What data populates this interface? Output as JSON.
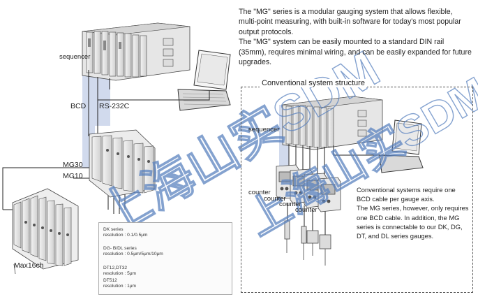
{
  "description": {
    "p1": "The \"MG\" series is a modular gauging system that allows flexible, multi-point measuring, with built-in software for today's most popular output protocols.",
    "p2": "The \"MG\" system can be easily mounted to a standard DIN rail (35mm), requires minimal wiring, and can be easily expanded for future upgrades."
  },
  "left": {
    "sequencer": "sequencer",
    "bcd": "BCD",
    "rs232c": "RS-232C",
    "mg30": "MG30",
    "mg10": "MG10",
    "max16ch": "Max16ch"
  },
  "gauges": {
    "dk_title": "DK series",
    "dk_res": "resolution : 0.1/0.5μm",
    "dg_title": "DG- B/DL series",
    "dg_res": "resolution : 0.5μm/5μm/10μm",
    "dt_title": "DT12,DT32",
    "dt_res": "resolution : 5μm",
    "dt512_title": "DT512",
    "dt512_res": "resolution : 1μm"
  },
  "conventional": {
    "title": "Conventional system structure",
    "sequencer": "sequencer",
    "counter": "counter",
    "text1": "Conventional systems require one BCD cable per gauge axis.",
    "text2": "The MG series, however, only requires one BCD cable. In addition, the MG series is connectable to our DK, DG, DT, and DL series gauges."
  },
  "watermark": "上海山实SDM",
  "colors": {
    "highlight_band": "#c9d4ea",
    "watermark": "#5b83c0",
    "line": "#222222"
  }
}
